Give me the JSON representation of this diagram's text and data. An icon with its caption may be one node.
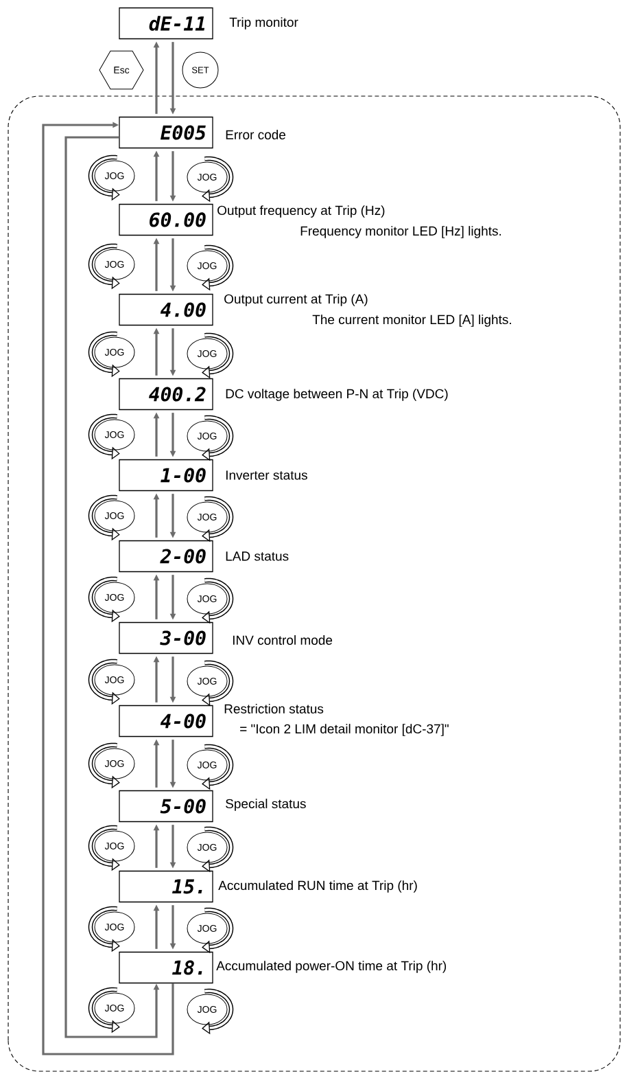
{
  "diagram": {
    "nodes": [
      {
        "text": [
          "dE-11"
        ],
        "beside": [
          "Trip monitor"
        ]
      },
      {
        "text": [
          "Esc"
        ]
      },
      {
        "text": [
          "SET"
        ]
      },
      {
        "text": [
          "E005"
        ],
        "beside": [
          "Error code"
        ]
      },
      {
        "text": [
          "JOG"
        ]
      },
      {
        "text": [
          "JOG"
        ]
      },
      {
        "text": [
          "60.00"
        ],
        "beside": [
          "Output frequency at Trip (Hz)",
          "Frequency monitor LED [Hz] lights."
        ]
      },
      {
        "text": [
          "JOG"
        ]
      },
      {
        "text": [
          "JOG"
        ]
      },
      {
        "text": [
          "4.00"
        ],
        "beside": [
          "Output current at Trip (A)",
          "The current monitor LED [A] lights."
        ]
      },
      {
        "text": [
          "JOG"
        ]
      },
      {
        "text": [
          "JOG"
        ]
      },
      {
        "text": [
          "400.2"
        ],
        "beside": [
          "DC voltage between P-N at Trip (VDC)"
        ]
      },
      {
        "text": [
          "JOG"
        ]
      },
      {
        "text": [
          "JOG"
        ]
      },
      {
        "text": [
          "1-00"
        ],
        "beside": [
          "Inverter status"
        ]
      },
      {
        "text": [
          "JOG"
        ]
      },
      {
        "text": [
          "JOG"
        ]
      },
      {
        "text": [
          "2-00"
        ],
        "beside": [
          "LAD status"
        ]
      },
      {
        "text": [
          "JOG"
        ]
      },
      {
        "text": [
          "JOG"
        ]
      },
      {
        "text": [
          "3-00"
        ],
        "beside": [
          "INV control mode"
        ]
      },
      {
        "text": [
          "JOG"
        ]
      },
      {
        "text": [
          "JOG"
        ]
      },
      {
        "text": [
          "4-00"
        ],
        "beside": [
          "Restriction status",
          "= \"Icon 2 LIM detail monitor [dC-37]\""
        ]
      },
      {
        "text": [
          "JOG"
        ]
      },
      {
        "text": [
          "JOG"
        ]
      },
      {
        "text": [
          "5-00"
        ],
        "beside": [
          "Special status"
        ]
      },
      {
        "text": [
          "JOG"
        ]
      },
      {
        "text": [
          "JOG"
        ]
      },
      {
        "text": [
          "15."
        ],
        "beside": [
          "Accumulated RUN time at Trip (hr)"
        ]
      },
      {
        "text": [
          "JOG"
        ]
      },
      {
        "text": [
          "JOG"
        ]
      },
      {
        "text": [
          "18."
        ],
        "beside": [
          "Accumulated power-ON time at Trip (hr)"
        ]
      },
      {
        "text": [
          "JOG"
        ]
      },
      {
        "text": [
          "JOG"
        ]
      }
    ],
    "edges": [
      {
        "from": 0,
        "to": 3,
        "arrow": "to"
      },
      {
        "from": 3,
        "to": 0,
        "arrow": "to"
      },
      {
        "from": 3,
        "to": 6,
        "arrow": "to"
      },
      {
        "from": 6,
        "to": 3,
        "arrow": "to"
      },
      {
        "from": 6,
        "to": 9,
        "arrow": "to"
      },
      {
        "from": 9,
        "to": 6,
        "arrow": "to"
      },
      {
        "from": 9,
        "to": 12,
        "arrow": "to"
      },
      {
        "from": 12,
        "to": 9,
        "arrow": "to"
      },
      {
        "from": 12,
        "to": 15,
        "arrow": "to"
      },
      {
        "from": 15,
        "to": 12,
        "arrow": "to"
      },
      {
        "from": 15,
        "to": 18,
        "arrow": "to"
      },
      {
        "from": 18,
        "to": 15,
        "arrow": "to"
      },
      {
        "from": 18,
        "to": 21,
        "arrow": "to"
      },
      {
        "from": 21,
        "to": 18,
        "arrow": "to"
      },
      {
        "from": 21,
        "to": 24,
        "arrow": "to"
      },
      {
        "from": 24,
        "to": 21,
        "arrow": "to"
      },
      {
        "from": 24,
        "to": 27,
        "arrow": "to"
      },
      {
        "from": 27,
        "to": 24,
        "arrow": "to"
      },
      {
        "from": 27,
        "to": 30,
        "arrow": "to"
      },
      {
        "from": 30,
        "to": 27,
        "arrow": "to"
      },
      {
        "from": 30,
        "to": 33,
        "arrow": "to"
      },
      {
        "from": 33,
        "to": 30,
        "arrow": "to"
      },
      {
        "from": 33,
        "to": 3,
        "arrow": "to"
      },
      {
        "from": 3,
        "to": 33,
        "arrow": "to"
      }
    ]
  }
}
